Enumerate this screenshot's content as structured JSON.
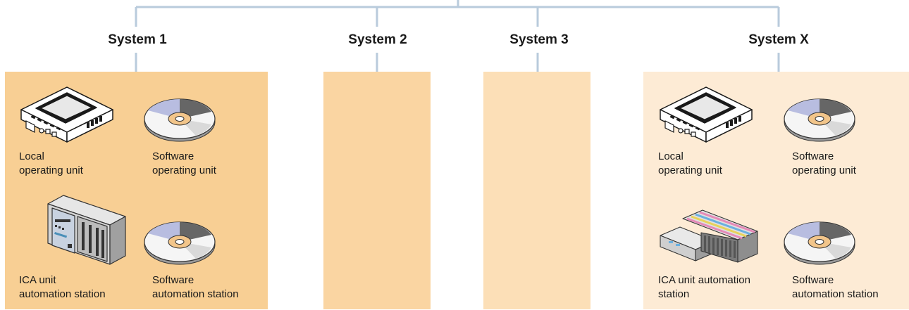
{
  "colors": {
    "line": "#b9cbdc",
    "panel_1": "#f8cf94",
    "panel_2": "#fad5a2",
    "panel_3": "#fcdfb7",
    "panel_x": "#fdebd5"
  },
  "systems": [
    {
      "title": "System 1"
    },
    {
      "title": "System 2"
    },
    {
      "title": "System 3"
    },
    {
      "title": "System X"
    }
  ],
  "system_1": {
    "items": [
      {
        "icon": "hmi-panel-icon",
        "caption": "Local\noperating unit"
      },
      {
        "icon": "software-disc-icon",
        "caption": "Software\noperating unit"
      },
      {
        "icon": "plc-controller-icon",
        "caption": "ICA unit\nautomation station"
      },
      {
        "icon": "software-disc-icon",
        "caption": "Software\nautomation station"
      }
    ]
  },
  "system_x": {
    "items": [
      {
        "icon": "hmi-panel-icon",
        "caption": "Local\noperating unit"
      },
      {
        "icon": "software-disc-icon",
        "caption": "Software\noperating unit"
      },
      {
        "icon": "io-module-icon",
        "caption": "ICA unit automation\nstation"
      },
      {
        "icon": "software-disc-icon",
        "caption": "Software\nautomation station"
      }
    ]
  }
}
